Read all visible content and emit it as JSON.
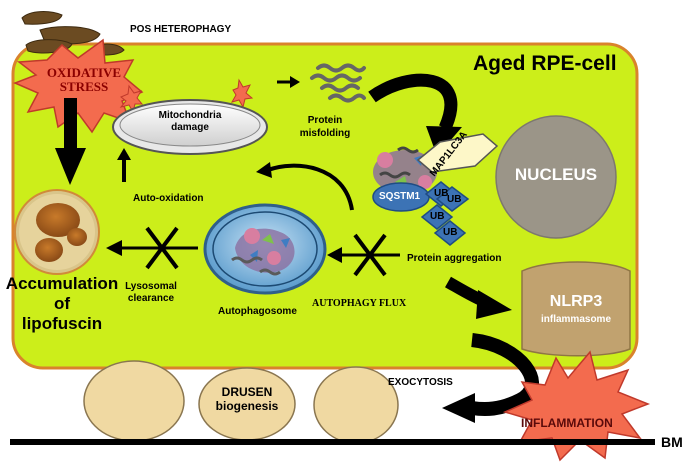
{
  "labels": {
    "pos_heterophagy": "POS HETEROPHAGY",
    "oxidative_stress": "OXIDATIVE\nSTRESS",
    "aged_rpe_cell": "Aged RPE-cell",
    "mitochondria_damage": "Mitochondria\ndamage",
    "protein_misfolding": "Protein\nmisfolding",
    "auto_oxidation": "Auto-oxidation",
    "sqstm1": "SQSTM1",
    "map1lc3a": "MAP1LC3A",
    "ub": "UB",
    "nucleus": "NUCLEUS",
    "accumulation_of_lipofuscin": "Accumulation\nof\nlipofuscin",
    "lysosomal_clearance": "Lysosomal\nclearance",
    "autophagosome": "Autophagosome",
    "autophagy_flux": "AUTOPHAGY FLUX",
    "protein_aggregation": "Protein aggregation",
    "nlrp3": "NLRP3",
    "inflammasome": "inflammasome",
    "drusen_biogenesis": "DRUSEN\nbiogenesis",
    "exocytosis": "EXOCYTOSIS",
    "inflammation": "INFLAMMATION",
    "bm": "BM"
  },
  "colors": {
    "cell_fill": "#ccee1a",
    "cell_border": "#d9832c",
    "starburst": "#f36b4e",
    "drusen": "#f0d9a2",
    "nucleus": "#9b9588",
    "nlrp3": "#c1a26f",
    "autophagosome": "#4f94c8",
    "ub": "#3c73b5"
  }
}
